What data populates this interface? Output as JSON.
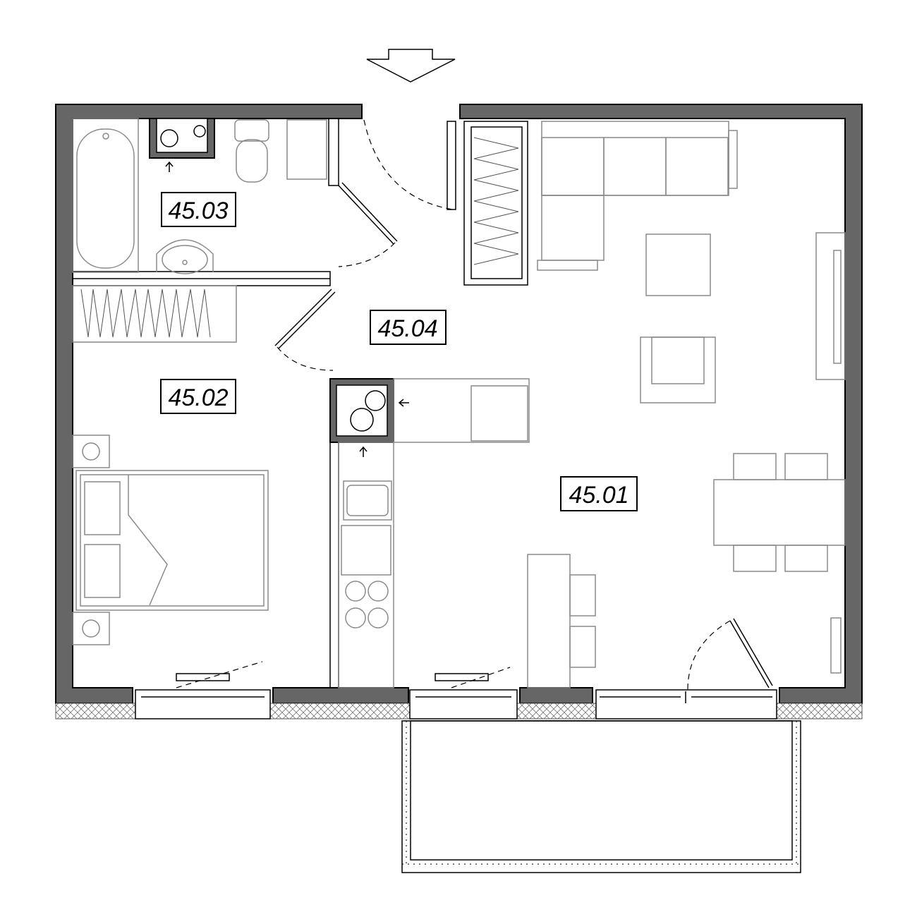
{
  "rooms": [
    {
      "id": "45.01",
      "label": "45.01"
    },
    {
      "id": "45.02",
      "label": "45.02"
    },
    {
      "id": "45.03",
      "label": "45.03"
    },
    {
      "id": "45.04",
      "label": "45.04"
    }
  ],
  "colors": {
    "wall_fill": "#666666",
    "line": "#000000",
    "furniture": "#8a8a8a",
    "background": "#ffffff"
  },
  "icons": [
    "entrance-arrow-icon",
    "ventilation-arrow-icon",
    "radiator-icon",
    "fan-icon"
  ]
}
